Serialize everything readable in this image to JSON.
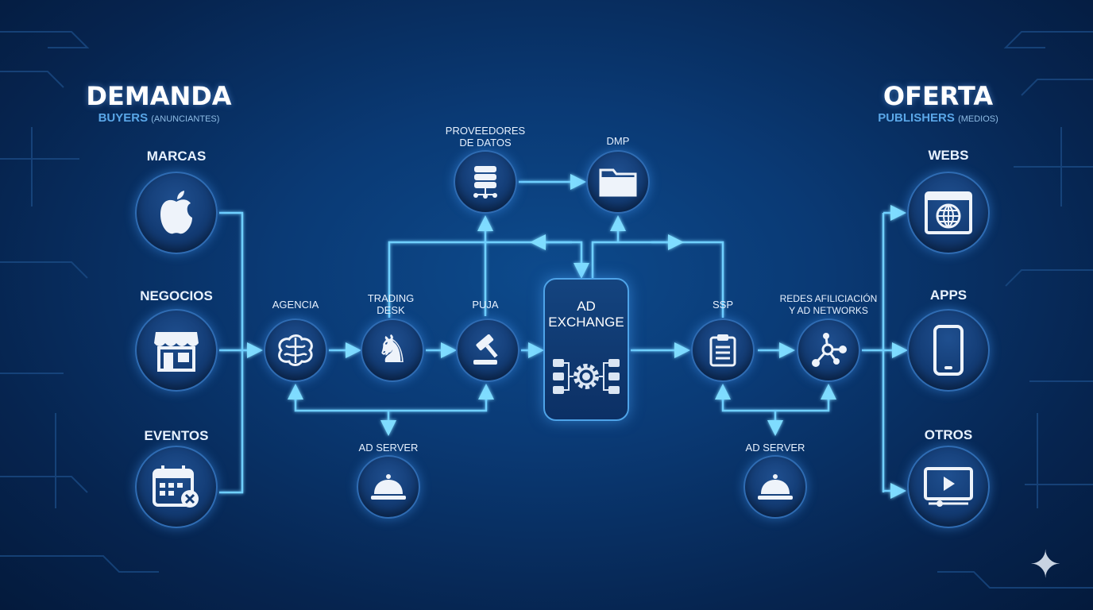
{
  "demand": {
    "title": "DEMANDA",
    "subtitle": "BUYERS",
    "subtitle_note": "(ANUNCIANTES)"
  },
  "supply": {
    "title": "OFERTA",
    "subtitle": "PUBLISHERS",
    "subtitle_note": "(MEDIOS)"
  },
  "buyers": [
    {
      "label": "MARCAS",
      "icon": "apple-icon"
    },
    {
      "label": "NEGOCIOS",
      "icon": "store-icon"
    },
    {
      "label": "EVENTOS",
      "icon": "calendar-icon"
    }
  ],
  "flow": {
    "agencia": "AGENCIA",
    "trading_desk_1": "TRADING",
    "trading_desk_2": "DESK",
    "puja": "PUJA",
    "proveedores_1": "PROVEEDORES",
    "proveedores_2": "DE DATOS",
    "dmp": "DMP",
    "ad_exchange_1": "AD",
    "ad_exchange_2": "EXCHANGE",
    "ssp": "SSP",
    "redes_1": "REDES AFILICIACIÓN",
    "redes_2": "Y AD NETWORKS",
    "ad_server_left": "AD SERVER",
    "ad_server_right": "AD SERVER"
  },
  "publishers": [
    {
      "label": "WEBS",
      "icon": "browser-globe-icon"
    },
    {
      "label": "APPS",
      "icon": "smartphone-icon"
    },
    {
      "label": "OTROS",
      "icon": "video-player-icon"
    }
  ],
  "colors": {
    "line": "#6fd0ff",
    "accent": "#5aa7e8",
    "background": "#0a3a75"
  }
}
